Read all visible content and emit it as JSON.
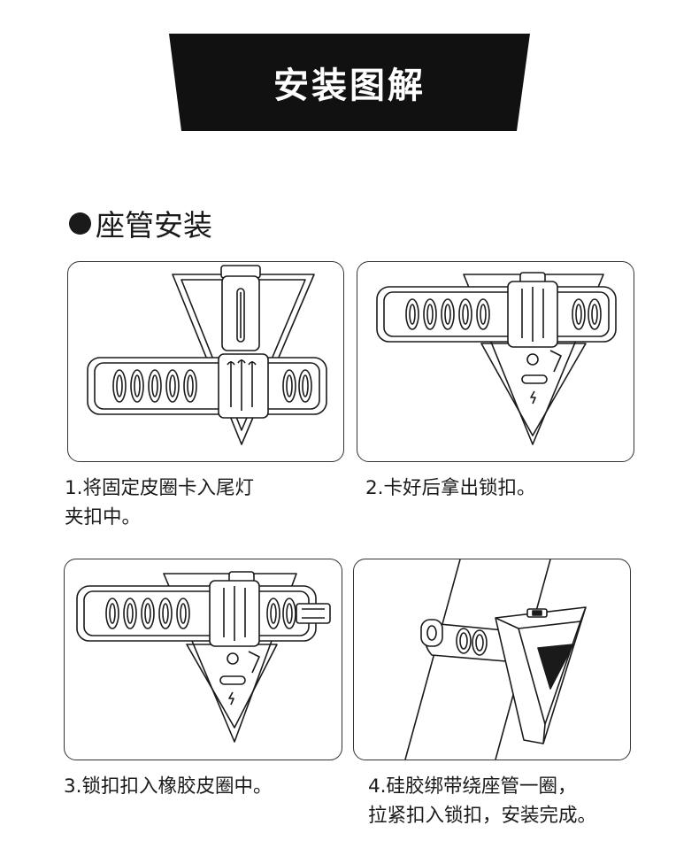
{
  "banner": {
    "title": "安装图解"
  },
  "section": {
    "heading": "座管安装"
  },
  "steps": [
    {
      "caption_line1": "1.将固定皮圈卡入尾灯",
      "caption_line2": "夹扣中。"
    },
    {
      "caption_line1": "2.卡好后拿出锁扣。",
      "caption_line2": ""
    },
    {
      "caption_line1": "3.锁扣扣入橡胶皮圈中。",
      "caption_line2": ""
    },
    {
      "caption_line1": "4.硅胶绑带绕座管一圈，",
      "caption_line2": "拉紧扣入锁扣，安装完成。"
    }
  ],
  "icons": {
    "step1": "taillight-band-insert-illustration",
    "step2": "taillight-band-fitted-illustration",
    "step3": "buckle-hook-illustration",
    "step4": "mounted-on-seatpost-illustration"
  },
  "colors": {
    "banner": "#111111",
    "line": "#1a1a1a",
    "text": "#1a1a1a",
    "background": "#ffffff"
  }
}
